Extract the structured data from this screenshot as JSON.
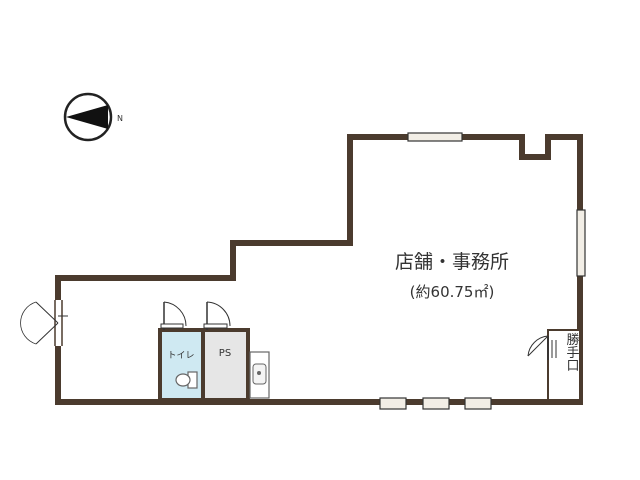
{
  "compass": {
    "direction_label": "N"
  },
  "rooms": {
    "main": {
      "name": "店舗・事務所",
      "area": "(約60.75㎡)"
    },
    "toilet": {
      "name": "トイレ"
    },
    "ps": {
      "name": "PS"
    },
    "back_door": {
      "name": "勝手口"
    }
  },
  "colors": {
    "wall": "#4b3b2e",
    "toilet_fill": "#cfe9f2",
    "ps_fill": "#e6e6e6",
    "window_fill": "#f2eee6",
    "text": "#333333"
  }
}
